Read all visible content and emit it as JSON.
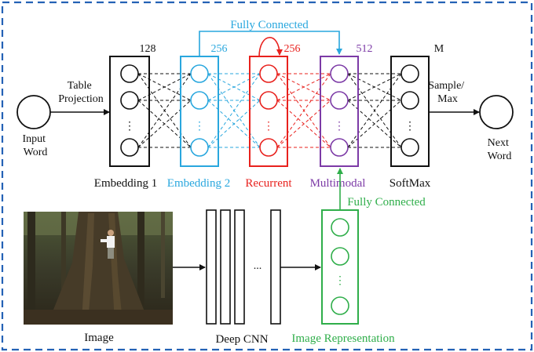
{
  "labels": {
    "input_word": [
      "Input",
      "Word"
    ],
    "table_projection": [
      "Table",
      "Projection"
    ],
    "sample_max": [
      "Sample/",
      "Max"
    ],
    "next_word": [
      "Next",
      "Word"
    ],
    "fully_connected_top": "Fully Connected",
    "fully_connected_bottom": "Fully Connected",
    "embedding1": "Embedding 1",
    "embedding2": "Embedding 2",
    "recurrent": "Recurrent",
    "multimodal": "Multimodal",
    "softmax": "SoftMax",
    "image": "Image",
    "deep_cnn": "Deep CNN",
    "image_representation": "Image Representation",
    "ellipsis": "...",
    "dots": "⋮"
  },
  "sizes": {
    "embedding1": "128",
    "embedding2": "256",
    "recurrent": "256",
    "multimodal": "512",
    "softmax": "M"
  },
  "colors": {
    "black": "#111111",
    "embedding2": "#29a7de",
    "recurrent": "#e8211d",
    "multimodal": "#7c3aa6",
    "image_rep": "#2fae4a",
    "frame": "#2462b5"
  }
}
